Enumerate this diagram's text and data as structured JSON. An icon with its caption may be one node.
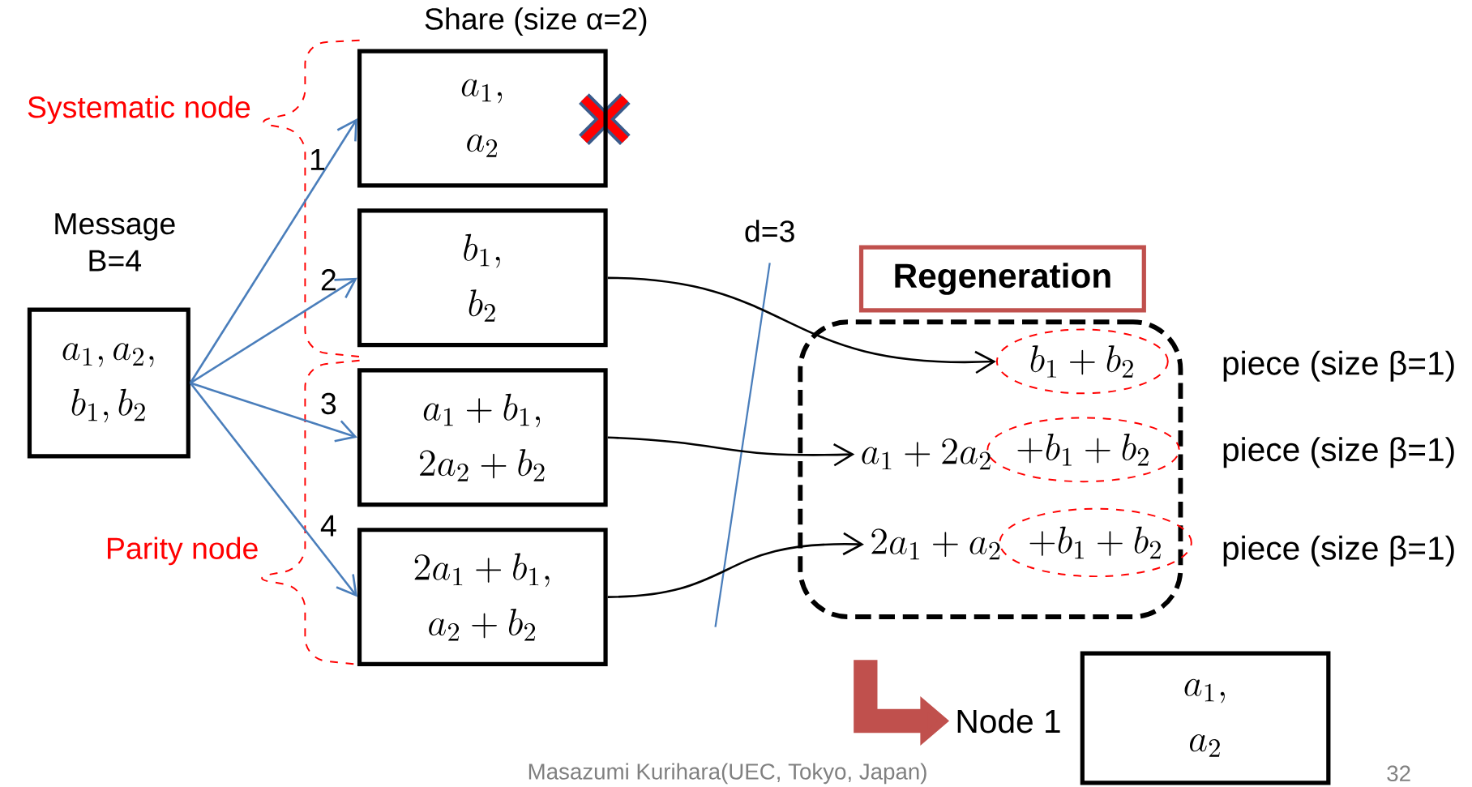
{
  "diagram": {
    "nodes": [
      {
        "text": [
          "Message B=4",
          "a_1,a_2,",
          "b_1,b_2"
        ]
      },
      {
        "text": [
          "a_1,",
          "a_2"
        ]
      },
      {
        "text": [
          "b_1,",
          "b_2"
        ]
      },
      {
        "text": [
          "a_1+b_1,",
          "2a_2+b_2"
        ]
      },
      {
        "text": [
          "2a_1+b_1,",
          "a_2+b_2"
        ]
      },
      {
        "text": [
          "Regeneration"
        ]
      },
      {
        "text": [],
        "shape": "box"
      },
      {
        "text": [
          "b_1+b_2"
        ],
        "in": 6,
        "beside": [
          "piece (size β=1)"
        ]
      },
      {
        "text": [
          "a_1+2a_2"
        ],
        "in": 6
      },
      {
        "text": [
          "+b_1+b_2"
        ],
        "in": 6,
        "beside": [
          "piece (size β=1)"
        ]
      },
      {
        "text": [
          "2a_1+a_2"
        ],
        "in": 6
      },
      {
        "text": [
          "+b_1+b_2"
        ],
        "in": 6,
        "beside": [
          "piece (size β=1)"
        ]
      },
      {
        "text": [
          "a_1,",
          "a_2"
        ],
        "beside": [
          "Node 1"
        ]
      }
    ],
    "edges": [
      {
        "from": 0,
        "to": 1,
        "arrow": "to",
        "label": "1"
      },
      {
        "from": 0,
        "to": 2,
        "arrow": "to",
        "label": "2"
      },
      {
        "from": 0,
        "to": 3,
        "arrow": "to",
        "label": "3"
      },
      {
        "from": 0,
        "to": 4,
        "arrow": "to",
        "label": "4"
      },
      {
        "from": 2,
        "to": 7,
        "arrow": "to",
        "color": "#000000"
      },
      {
        "from": 3,
        "to": 8,
        "arrow": "to",
        "color": "#000000"
      },
      {
        "from": 4,
        "to": 10,
        "arrow": "to",
        "color": "#000000"
      },
      {
        "from": null,
        "to": 12,
        "arrow": "to",
        "style": "thick",
        "color": "#c0504d"
      }
    ],
    "labels": [
      "Share (size α=2)",
      "Systematic node",
      "d=3",
      "Parity node",
      "Masazumi Kurihara(UEC, Tokyo, Japan)",
      "32"
    ]
  }
}
